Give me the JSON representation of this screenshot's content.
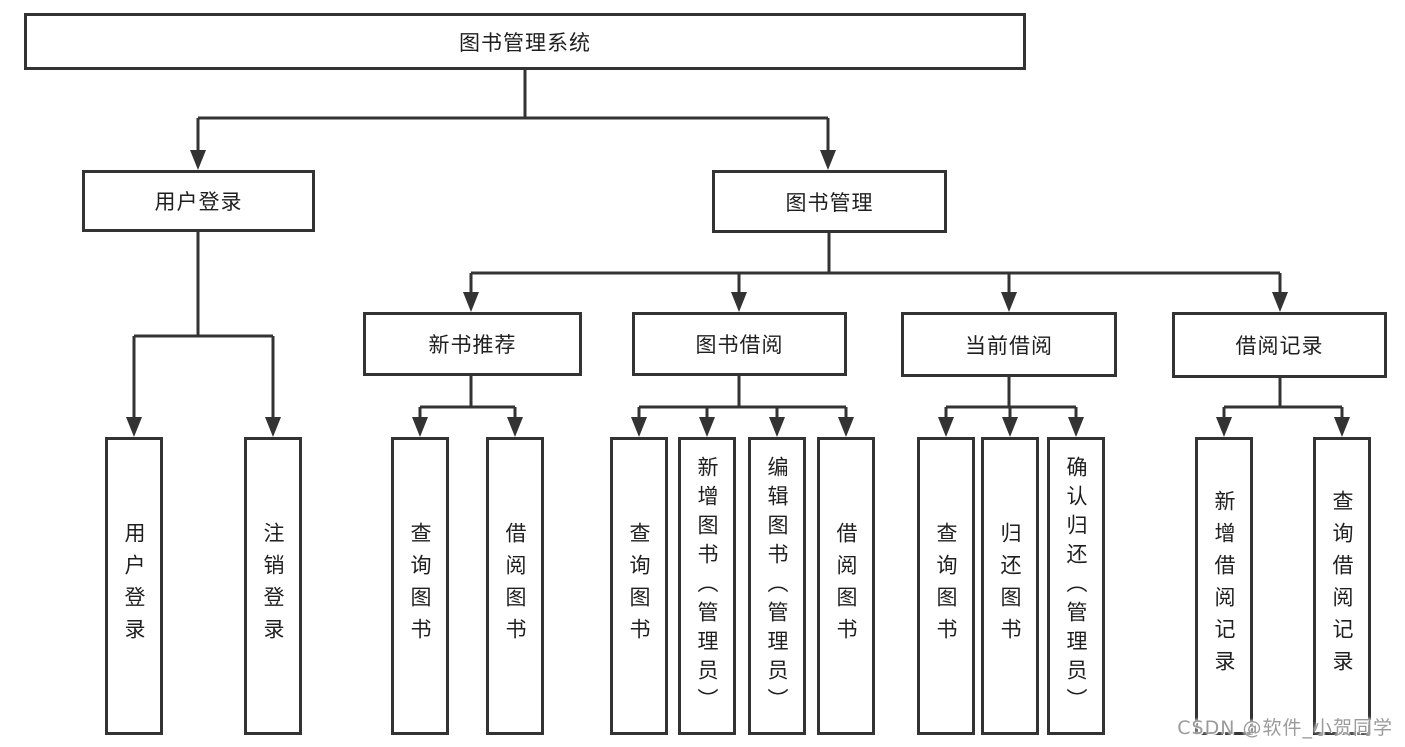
{
  "colors": {
    "line": "#333333",
    "text": "#1f1f1f",
    "background": "#ffffff",
    "watermark": "#9b9b9b"
  },
  "watermark": "CSDN @软件_小贺同学",
  "tree": {
    "root": {
      "label": "图书管理系统"
    },
    "branches": [
      {
        "label": "用户登录",
        "children": [
          {
            "label": "用户登录"
          },
          {
            "label": "注销登录"
          }
        ]
      },
      {
        "label": "图书管理",
        "modules": [
          {
            "label": "新书推荐",
            "children": [
              {
                "label": "查询图书"
              },
              {
                "label": "借阅图书"
              }
            ]
          },
          {
            "label": "图书借阅",
            "children": [
              {
                "label": "查询图书"
              },
              {
                "label": "新增图书（管理员）"
              },
              {
                "label": "编辑图书（管理员）"
              },
              {
                "label": "借阅图书"
              }
            ]
          },
          {
            "label": "当前借阅",
            "children": [
              {
                "label": "查询图书"
              },
              {
                "label": "归还图书"
              },
              {
                "label": "确认归还（管理员）"
              }
            ]
          },
          {
            "label": "借阅记录",
            "children": [
              {
                "label": "新增借阅记录"
              },
              {
                "label": "查询借阅记录"
              }
            ]
          }
        ]
      }
    ]
  }
}
